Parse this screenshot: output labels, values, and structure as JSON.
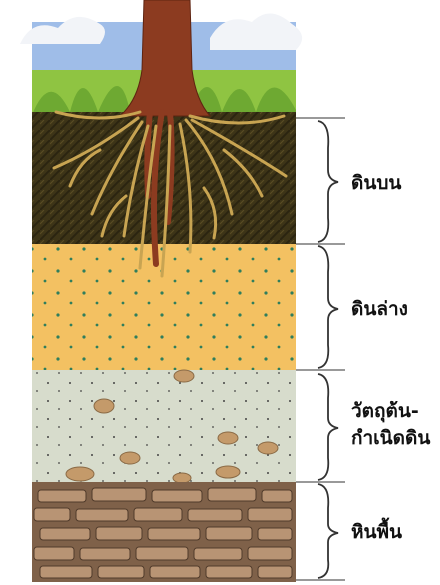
{
  "layers": [
    {
      "id": "topsoil",
      "label": "ดินบน"
    },
    {
      "id": "subsoil",
      "label": "ดินล่าง"
    },
    {
      "id": "parent-material",
      "label_lines": [
        "วัตถุต้น-",
        "กำเนิดดิน"
      ]
    },
    {
      "id": "bedrock",
      "label": "หินพื้น"
    }
  ],
  "colors": {
    "sky": "#9fbde8",
    "grass": "#8fc442",
    "topsoil": "#3d3417",
    "subsoil": "#f2bb55",
    "parent_material": "#d7dccc",
    "bedrock": "#7f6149",
    "trunk": "#8c3b20",
    "roots": "#c8a452",
    "bracket": "#333333",
    "label": "#111111"
  }
}
